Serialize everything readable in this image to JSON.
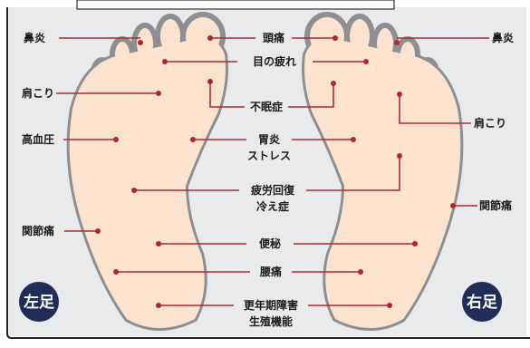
{
  "feet": {
    "left_badge": "左足",
    "right_badge": "右足"
  },
  "labels": {
    "nose_left": "鼻炎",
    "nose_right": "鼻炎",
    "headache": "頭痛",
    "eye_fatigue": "目の疲れ",
    "shoulder_left": "肩こり",
    "shoulder_right": "肩こり",
    "insomnia": "不眠症",
    "hypertension": "高血圧",
    "stomach_1": "胃炎",
    "stomach_2": "ストレス",
    "fatigue_1": "疲労回復",
    "fatigue_2": "冷え症",
    "joint_left": "関節痛",
    "joint_right": "関節痛",
    "constipation": "便秘",
    "backpain": "腰痛",
    "menopause_1": "更年期障害",
    "menopause_2": "生殖機能"
  },
  "colors": {
    "line": "#b0282b",
    "dot": "#b0282b",
    "foot_fill": "#fbe3cf",
    "foot_stroke": "#8f8f93",
    "badge": "#1f2d57",
    "background": "#e9eaec"
  }
}
